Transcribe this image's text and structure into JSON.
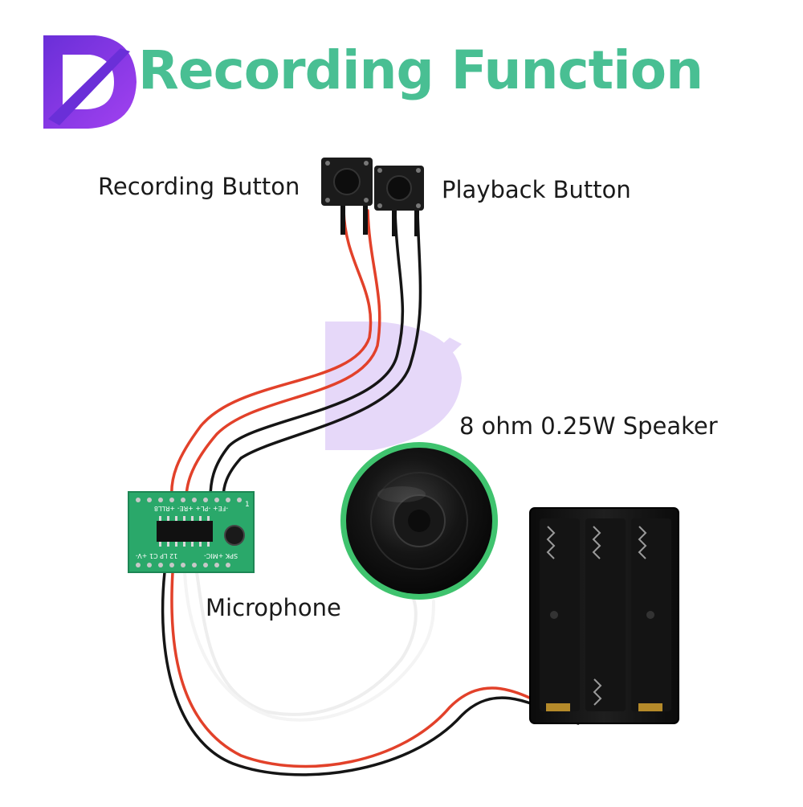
{
  "title": "Recording Function",
  "labels": {
    "recording_button": "Recording Button",
    "playback_button": "Playback Button",
    "speaker": "8 ohm 0.25W Speaker",
    "microphone": "Microphone"
  },
  "pcb_text": {
    "top": "-FE+ -PL+ +RE- +RLL8",
    "right": "1",
    "bottom": "SPK +MIC-",
    "bottom_left": "12 LP C1 +V-"
  },
  "colors": {
    "title": "#49bf93",
    "logo": "#7b2fe0",
    "pcb": "#2aa86a",
    "wire_red": "#e2412a",
    "wire_black": "#151515",
    "speaker_ring": "#3fc36e"
  },
  "icons": {
    "logo": "d-letter-logo-icon"
  }
}
